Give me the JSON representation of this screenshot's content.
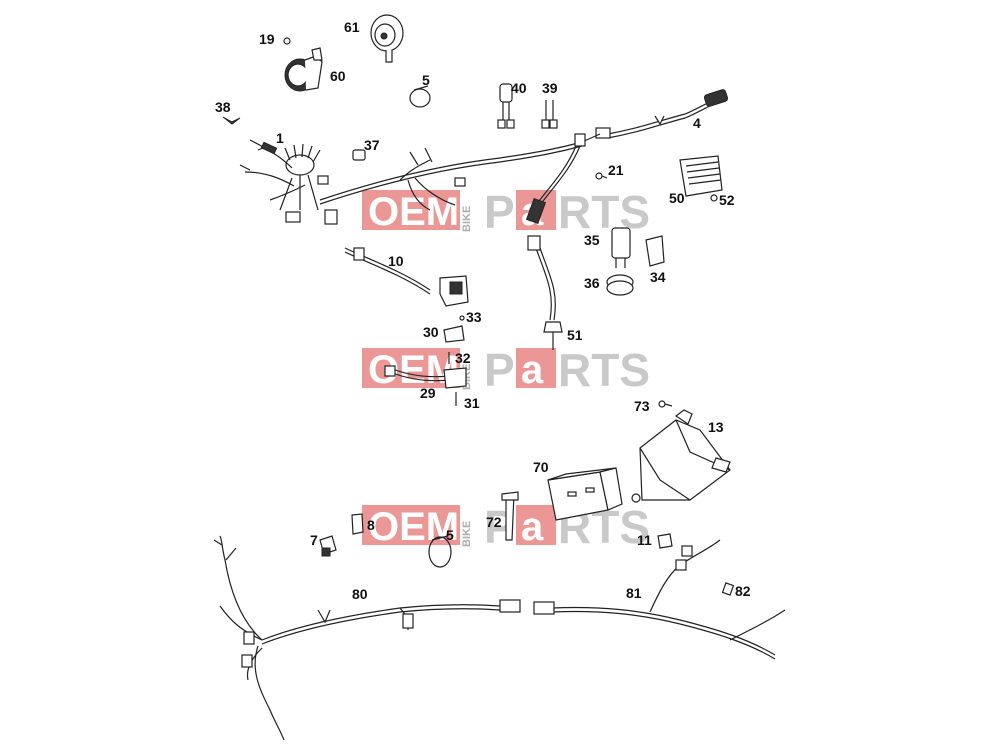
{
  "watermark": {
    "brand_left": "OEM",
    "brand_mid": "BIKE",
    "brand_p": "P",
    "brand_a": "a",
    "brand_rest": "RTS"
  },
  "labels": {
    "l1": "1",
    "l4": "4",
    "l5a": "5",
    "l5b": "5",
    "l7": "7",
    "l8": "8",
    "l10": "10",
    "l11": "11",
    "l13": "13",
    "l19": "19",
    "l21": "21",
    "l29": "29",
    "l30": "30",
    "l31": "31",
    "l32": "32",
    "l33": "33",
    "l34": "34",
    "l35": "35",
    "l36": "36",
    "l37": "37",
    "l38": "38",
    "l39": "39",
    "l40": "40",
    "l50": "50",
    "l51": "51",
    "l52": "52",
    "l60": "60",
    "l61": "61",
    "l70": "70",
    "l72": "72",
    "l73": "73",
    "l80": "80",
    "l81": "81",
    "l82": "82"
  }
}
